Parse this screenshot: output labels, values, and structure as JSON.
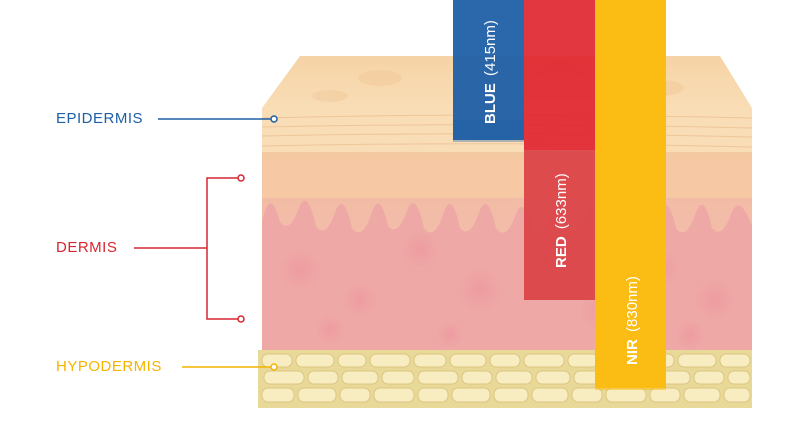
{
  "layers": {
    "epidermis": {
      "label": "EPIDERMIS",
      "color": "#1f5fa6"
    },
    "dermis": {
      "label": "DERMIS",
      "color": "#d72631"
    },
    "hypodermis": {
      "label": "HYPODERMIS",
      "color": "#f4b400"
    }
  },
  "beams": {
    "blue": {
      "name": "BLUE",
      "wavelength": "(415nm)",
      "color": "#1f5fa6"
    },
    "red": {
      "name": "RED",
      "wavelength": "(633nm)",
      "color": "#e02530"
    },
    "nir": {
      "name": "NIR",
      "wavelength": "(830nm)",
      "color": "#fbbd14"
    }
  }
}
